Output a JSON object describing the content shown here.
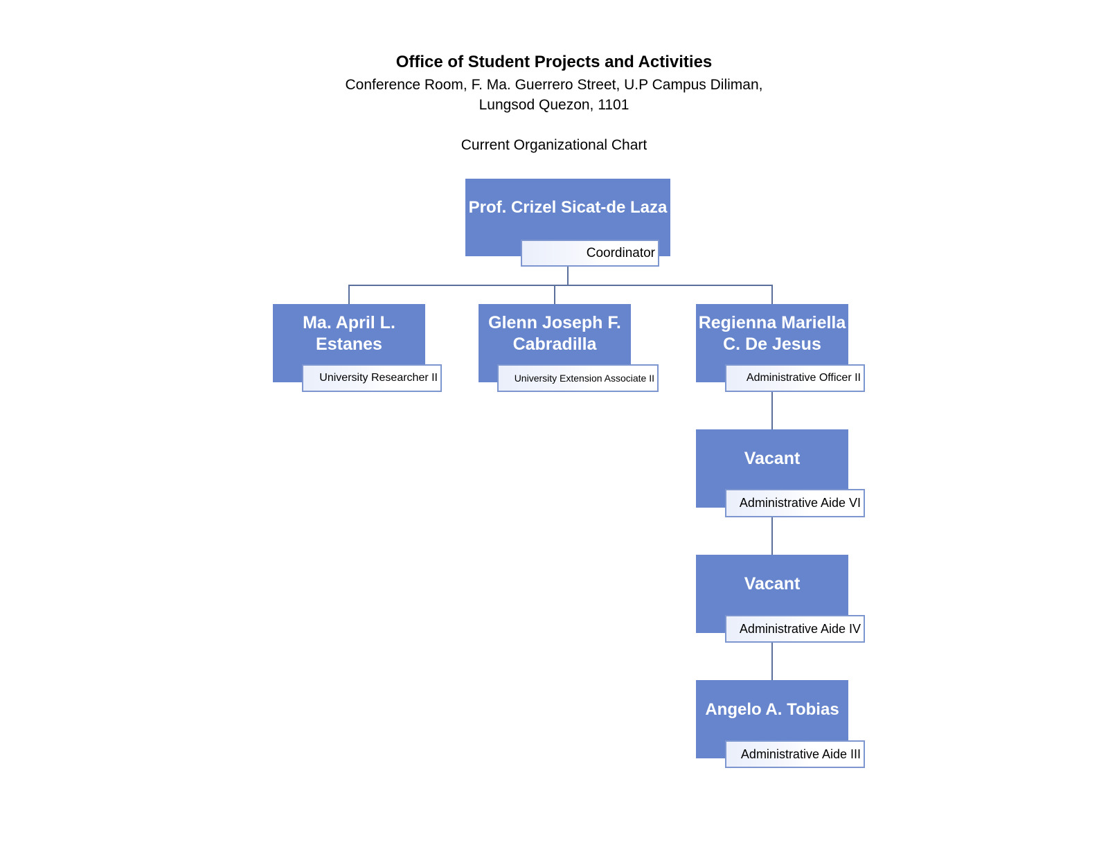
{
  "header": {
    "title": "Office of Student Projects and Activities",
    "address_line_1": "Conference Room, F. Ma. Guerrero Street, U.P Campus Diliman,",
    "address_line_2": "Lungsod Quezon, 1101",
    "chart_title": "Current Organizational Chart"
  },
  "colors": {
    "node_fill": "#6785cc",
    "node_text": "#ffffff",
    "role_border": "#7d96cf",
    "connector": "#5b6f9c"
  },
  "org_chart": {
    "coordinator": {
      "name": "Prof. Crizel Sicat-de Laza",
      "role": "Coordinator"
    },
    "estanes": {
      "name": "Ma. April L. Estanes",
      "role": "University Researcher II"
    },
    "cabradilla": {
      "name": "Glenn Joseph F. Cabradilla",
      "role": "University Extension Associate II"
    },
    "dejesus": {
      "name": "Regienna Mariella C. De Jesus",
      "role": "Administrative Officer II"
    },
    "vacant_1": {
      "name": "Vacant",
      "role": "Administrative Aide VI"
    },
    "vacant_2": {
      "name": "Vacant",
      "role": "Administrative Aide IV"
    },
    "tobias": {
      "name": "Angelo A. Tobias",
      "role": "Administrative Aide III"
    }
  }
}
